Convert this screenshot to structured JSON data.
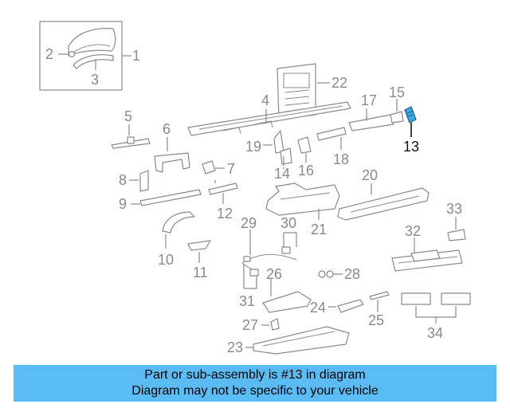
{
  "callouts": {
    "c1": "1",
    "c2": "2",
    "c3": "3",
    "c4": "4",
    "c5": "5",
    "c6": "6",
    "c7": "7",
    "c8": "8",
    "c9": "9",
    "c10": "10",
    "c11": "11",
    "c12": "12",
    "c13": "13",
    "c14": "14",
    "c15": "15",
    "c16": "16",
    "c17": "17",
    "c18": "18",
    "c19": "19",
    "c20": "20",
    "c21": "21",
    "c22": "22",
    "c23": "23",
    "c24": "24",
    "c25": "25",
    "c26": "26",
    "c27": "27",
    "c28": "28",
    "c29": "29",
    "c30": "30",
    "c31": "31",
    "c32": "32",
    "c33": "33",
    "c34": "34"
  },
  "highlighted_part": "13",
  "colors": {
    "highlight": "#3fa9e6",
    "banner": "#5bbcf5",
    "line": "#8a8a8a"
  },
  "banner": {
    "line1": "Part or sub-assembly is #13 in diagram",
    "line2": "Diagram may not be specific to your vehicle"
  }
}
